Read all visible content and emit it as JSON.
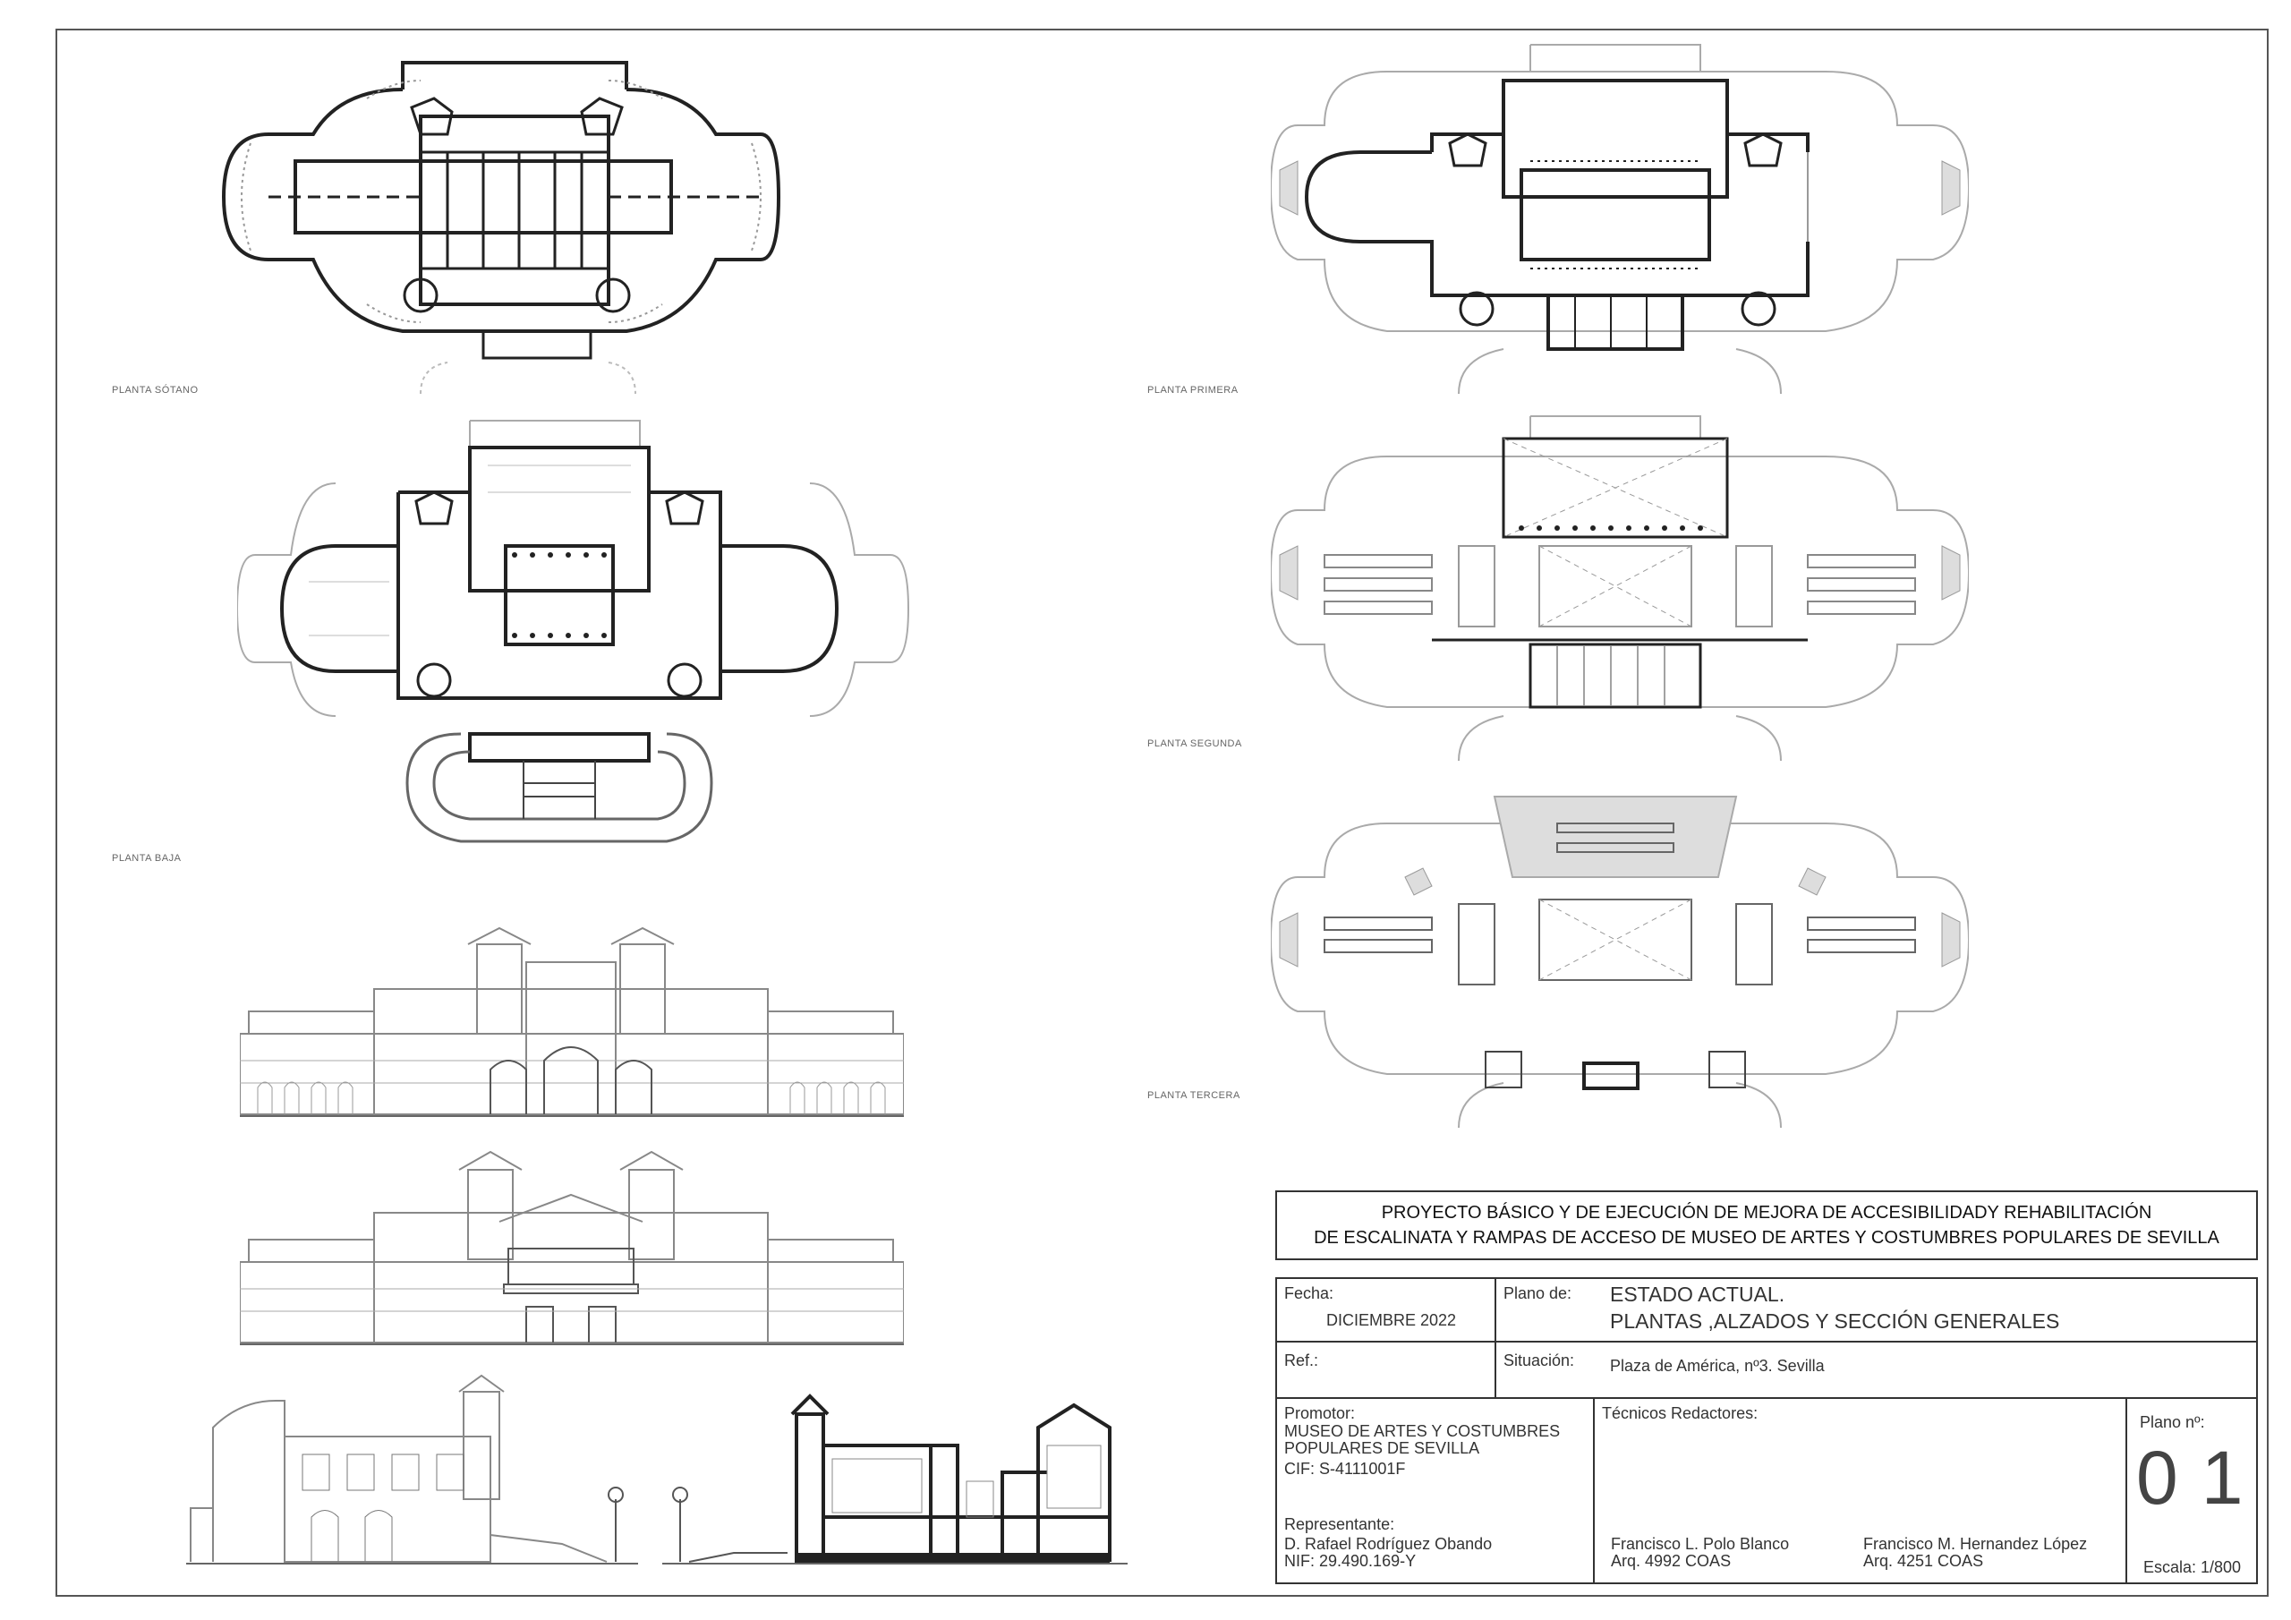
{
  "plans": {
    "sotano": "PLANTA SÓTANO",
    "primera": "PLANTA PRIMERA",
    "baja": "PLANTA BAJA",
    "segunda": "PLANTA SEGUNDA",
    "tercera": "PLANTA TERCERA"
  },
  "title_block": {
    "project_line1": "PROYECTO BÁSICO Y DE EJECUCIÓN DE MEJORA DE ACCESIBILIDADY REHABILITACIÓN",
    "project_line2": "DE ESCALINATA Y RAMPAS DE ACCESO DE MUSEO DE ARTES Y COSTUMBRES POPULARES DE SEVILLA",
    "fecha_label": "Fecha:",
    "fecha_value": "DICIEMBRE 2022",
    "plano_de_label": "Plano de:",
    "plano_de_line1": "ESTADO ACTUAL.",
    "plano_de_line2": "PLANTAS ,ALZADOS Y SECCIÓN GENERALES",
    "ref_label": "Ref.:",
    "situacion_label": "Situación:",
    "situacion_value": "Plaza de América, nº3. Sevilla",
    "promotor_label": "Promotor:",
    "promotor_line1": "MUSEO DE ARTES Y COSTUMBRES",
    "promotor_line2": "POPULARES DE SEVILLA",
    "cif": "CIF:  S-4111001F",
    "representante_label": "Representante:",
    "representante_name": "D. Rafael Rodríguez Obando",
    "representante_nif": "NIF: 29.490.169-Y",
    "tecnicos_label": "Técnicos Redactores:",
    "tecnico1_name": "Francisco L. Polo Blanco",
    "tecnico1_arq": "Arq. 4992 COAS",
    "tecnico2_name": "Francisco M. Hernandez López",
    "tecnico2_arq": "Arq. 4251 COAS",
    "plano_n_label": "Plano nº:",
    "plano_n_value": "01",
    "escala": "Escala:  1/800"
  }
}
